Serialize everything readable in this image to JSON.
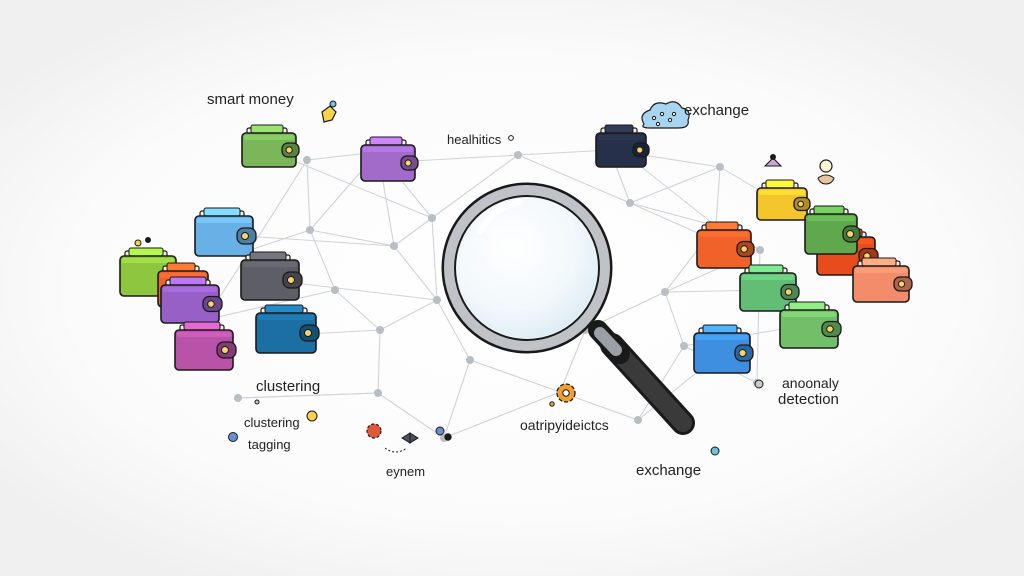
{
  "labels": {
    "smart_money": "smart money",
    "healthics": "healhitics",
    "exchange_top": "exchange",
    "clustering_main": "clustering",
    "clustering_small": "clustering",
    "tagging": "tagging",
    "eynem": "eynem",
    "pattern_detects": "oatripyideictcs",
    "exchange_bottom": "exchange",
    "anomaly_line1": "anoonaly",
    "anomaly_line2": "detection"
  },
  "wallet_colors": [
    "#7cb65a",
    "#a26bc9",
    "#273049",
    "#68b1e6",
    "#8ec63f",
    "#f0622a",
    "#9660c7",
    "#5e5e66",
    "#b853a7",
    "#1b6fa3",
    "#f5c62c",
    "#f0622a",
    "#62bd75",
    "#e74d1c",
    "#f28c6a",
    "#72bf6a",
    "#3f8fe0",
    "#5fa84e"
  ],
  "icons": [
    "magnifying-glass-icon",
    "wallet-icon",
    "network-node-icon",
    "cloud-icon",
    "puzzle-icon",
    "gear-icon",
    "bow-tie-icon"
  ],
  "colors": {
    "line": "#cfd3d8",
    "node": "#b9bec4",
    "outline": "#1a1a1a"
  }
}
